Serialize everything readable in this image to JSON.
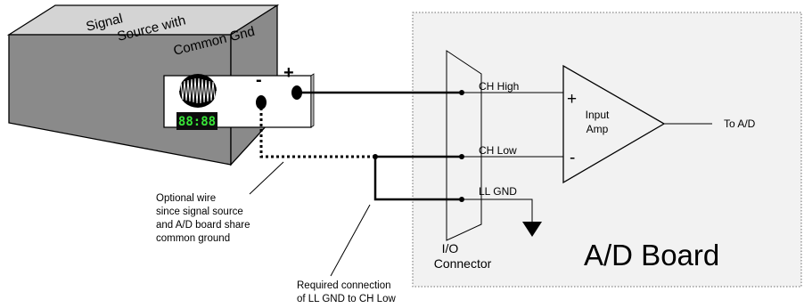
{
  "source_box": {
    "title_lines": [
      "Signal",
      "Source with",
      "Common Gnd"
    ],
    "minus_symbol": "-",
    "plus_symbol": "+",
    "display_text": "88:88",
    "display_color": "#39e639"
  },
  "board": {
    "label": "A/D Board",
    "fill_color": "#f2f2f2"
  },
  "connector": {
    "label_lines": [
      "I/O",
      "Connector"
    ]
  },
  "pins": {
    "ch_high": "CH  High",
    "ch_low": "CH  Low",
    "ll_gnd": "LL GND"
  },
  "amplifier": {
    "plus_symbol": "+",
    "minus_symbol": "-",
    "label_lines": [
      "Input",
      "Amp"
    ],
    "output_label": "To A/D"
  },
  "notes": {
    "optional_wire": [
      "Optional wire",
      "since signal source",
      "and A/D board share",
      "common ground"
    ],
    "required_connection": [
      "Required connection",
      "of LL GND to CH Low"
    ]
  },
  "icons": [
    "sine-wave-icon",
    "ground-symbol-icon"
  ]
}
